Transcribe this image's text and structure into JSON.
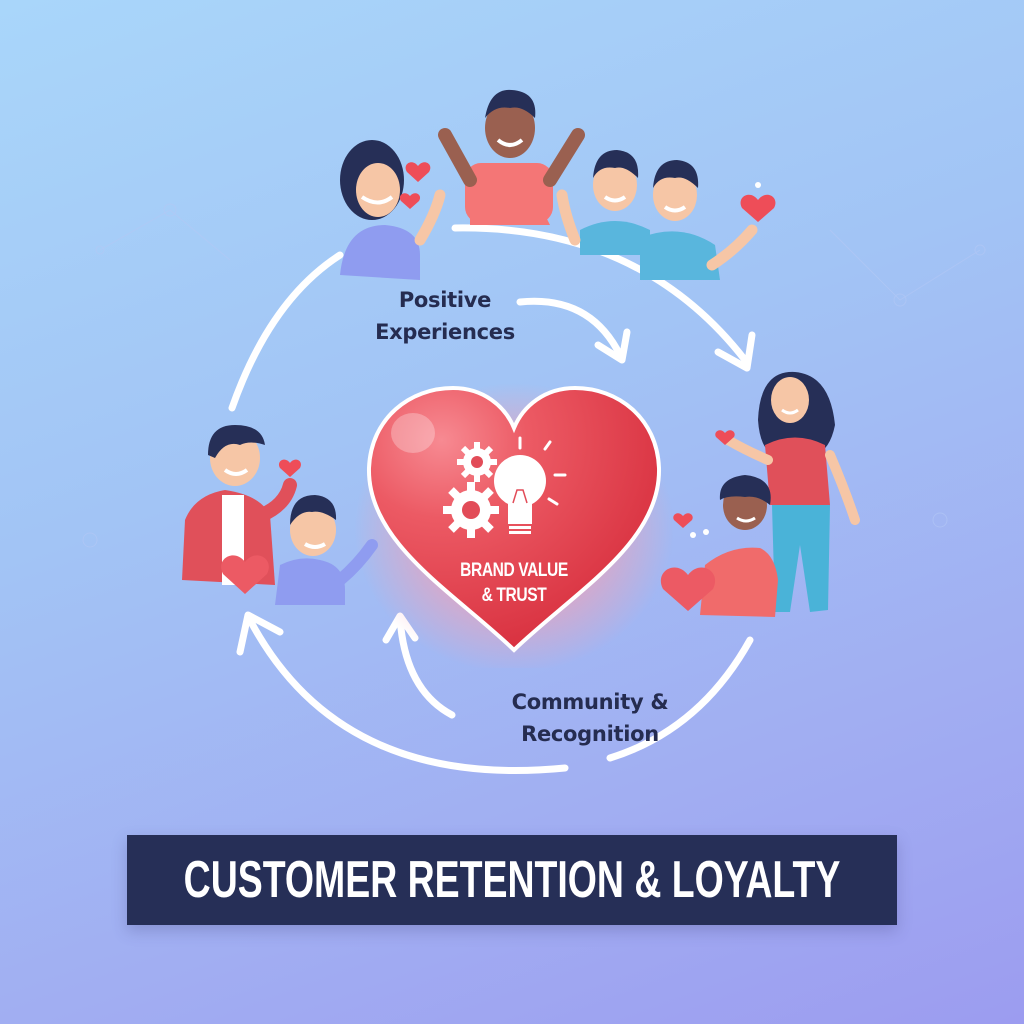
{
  "diagram": {
    "title": "CUSTOMER RETENTION & LOYALTY",
    "center": {
      "label_line1": "BRAND VALUE",
      "label_line2": "& TRUST",
      "icons": [
        "gears-icon",
        "lightbulb-icon"
      ],
      "color": "#e2424f"
    },
    "stages": [
      {
        "id": "positive-experiences",
        "line1": "Positive",
        "line2": "Experiences"
      },
      {
        "id": "community-recognition",
        "line1": "Community &",
        "line2": "Recognition"
      }
    ],
    "groups": [
      {
        "id": "top-group",
        "description": "four happy customers waving, holding hearts"
      },
      {
        "id": "left-group",
        "description": "man holding heart with child"
      },
      {
        "id": "right-group",
        "description": "woman and child holding hearts"
      }
    ],
    "colors": {
      "background_start": "#a9d6fa",
      "background_end": "#9c9cf0",
      "banner": "#262f57",
      "label_text": "#252c50",
      "arrows": "#ffffff"
    }
  }
}
